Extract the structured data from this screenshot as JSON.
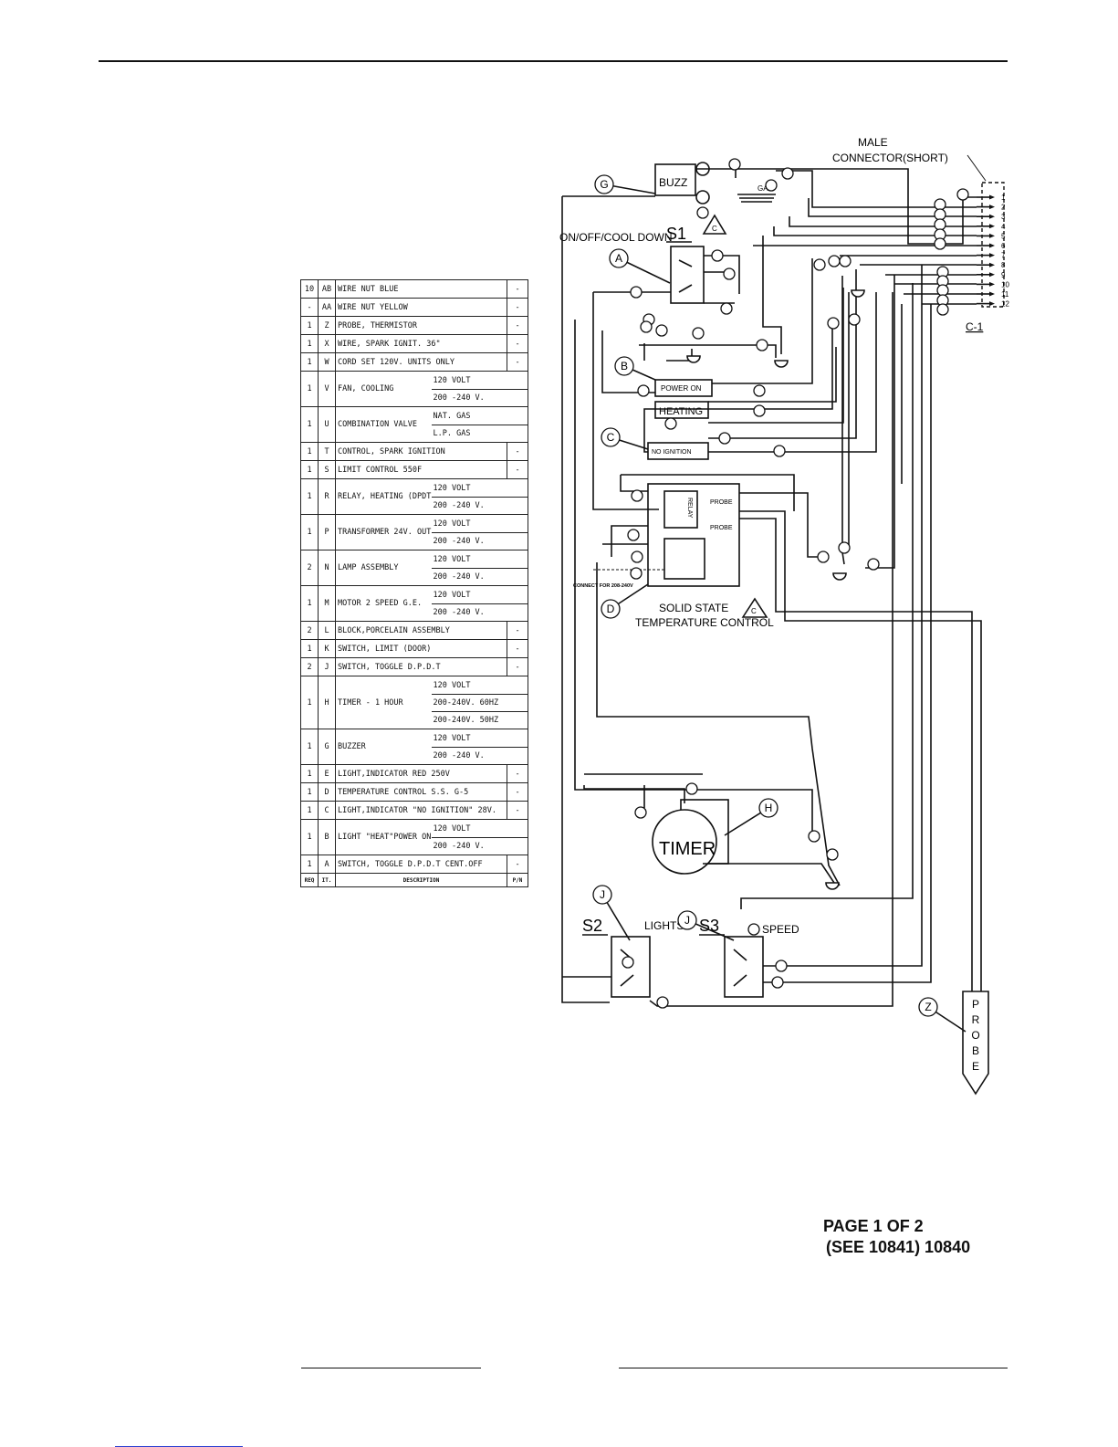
{
  "parts_table": {
    "header": [
      "REQ",
      "IT.",
      "DESCRIPTION",
      "P/N"
    ],
    "rows": [
      {
        "qty": "10",
        "item": "AB",
        "desc": "WIRE NUT BLUE",
        "variants": [],
        "pn": "-"
      },
      {
        "qty": "-",
        "item": "AA",
        "desc": "WIRE NUT YELLOW",
        "variants": [],
        "pn": "-"
      },
      {
        "qty": "1",
        "item": "Z",
        "desc": "PROBE, THERMISTOR",
        "variants": [],
        "pn": "-"
      },
      {
        "qty": "1",
        "item": "X",
        "desc": "WIRE, SPARK IGNIT. 36\"",
        "variants": [],
        "pn": "-"
      },
      {
        "qty": "1",
        "item": "W",
        "desc": "CORD SET 120V. UNITS ONLY",
        "variants": [],
        "pn": "-"
      },
      {
        "qty": "1",
        "item": "V",
        "desc": "FAN, COOLING",
        "variants": [
          "120 VOLT",
          "200 -240 V."
        ],
        "pn": ""
      },
      {
        "qty": "1",
        "item": "U",
        "desc": "COMBINATION VALVE",
        "variants": [
          "NAT. GAS",
          "L.P. GAS"
        ],
        "pn": ""
      },
      {
        "qty": "1",
        "item": "T",
        "desc": "CONTROL, SPARK IGNITION",
        "variants": [],
        "pn": "-"
      },
      {
        "qty": "1",
        "item": "S",
        "desc": "LIMIT CONTROL 550F",
        "variants": [],
        "pn": "-"
      },
      {
        "qty": "1",
        "item": "R",
        "desc": "RELAY, HEATING (DPDT)",
        "variants": [
          "120 VOLT",
          "200 -240 V."
        ],
        "pn": ""
      },
      {
        "qty": "1",
        "item": "P",
        "desc": "TRANSFORMER 24V. OUT",
        "variants": [
          "120 VOLT",
          "200 -240 V."
        ],
        "pn": ""
      },
      {
        "qty": "2",
        "item": "N",
        "desc": "LAMP ASSEMBLY",
        "variants": [
          "120 VOLT",
          "200 -240 V."
        ],
        "pn": ""
      },
      {
        "qty": "1",
        "item": "M",
        "desc": "MOTOR 2 SPEED G.E.",
        "variants": [
          "120 VOLT",
          "200 -240 V."
        ],
        "pn": ""
      },
      {
        "qty": "2",
        "item": "L",
        "desc": "BLOCK,PORCELAIN ASSEMBLY",
        "variants": [],
        "pn": "-"
      },
      {
        "qty": "1",
        "item": "K",
        "desc": "SWITCH, LIMIT (DOOR)",
        "variants": [],
        "pn": "-"
      },
      {
        "qty": "2",
        "item": "J",
        "desc": "SWITCH, TOGGLE D.P.D.T",
        "variants": [],
        "pn": "-"
      },
      {
        "qty": "1",
        "item": "H",
        "desc": "TIMER - 1 HOUR",
        "variants": [
          "120 VOLT",
          "200-240V. 60HZ",
          "200-240V. 50HZ"
        ],
        "pn": ""
      },
      {
        "qty": "1",
        "item": "G",
        "desc": "BUZZER",
        "variants": [
          "120 VOLT",
          "200 -240 V."
        ],
        "pn": ""
      },
      {
        "qty": "1",
        "item": "E",
        "desc": "LIGHT,INDICATOR RED 250V",
        "variants": [],
        "pn": "-"
      },
      {
        "qty": "1",
        "item": "D",
        "desc": "TEMPERATURE CONTROL S.S. G-5",
        "variants": [],
        "pn": "-"
      },
      {
        "qty": "1",
        "item": "C",
        "desc": "LIGHT,INDICATOR \"NO IGNITION\" 28V.",
        "variants": [],
        "pn": "-"
      },
      {
        "qty": "1",
        "item": "B",
        "desc": "LIGHT \"HEAT\"POWER ON\"",
        "variants": [
          "120 VOLT",
          "200 -240 V."
        ],
        "pn": ""
      },
      {
        "qty": "1",
        "item": "A",
        "desc": "SWITCH, TOGGLE D.P.D.T CENT.OFF",
        "variants": [],
        "pn": "-"
      }
    ]
  },
  "schematic": {
    "connector_title_line1": "MALE",
    "connector_title_line2": "CONNECTOR(SHORT)",
    "connector_id": "C-1",
    "connector_pins": [
      "1",
      "2",
      "3",
      "4",
      "5",
      "6",
      "7",
      "8",
      "9",
      "10",
      "11",
      "12"
    ],
    "buzzer_label": "BUZZ",
    "gas_label": "GAS",
    "s1_caption": "ON/OFF/COOL DOWN",
    "s1_name": "S1",
    "indicator_power_on": "POWER ON",
    "indicator_heating": "HEATING",
    "indicator_no_ignition": "NO IGNITION",
    "control_caption_line1": "SOLID STATE",
    "control_caption_line2": "TEMPERATURE CONTROL",
    "control_note": "CONNECT FOR 208-240V",
    "probe_tag": "PROBE",
    "relay_tag": "RELAY",
    "timer_label": "TIMER",
    "s2_name": "S2",
    "s2_caption": "LIGHTS",
    "s3_name": "S3",
    "s3_caption": "SPEED",
    "probe_letters": [
      "P",
      "R",
      "O",
      "B",
      "E"
    ],
    "revision_mark": "C",
    "callouts": [
      "A",
      "B",
      "C",
      "D",
      "G",
      "H",
      "J",
      "J",
      "Z"
    ]
  },
  "footer": {
    "page_line": "PAGE 1 OF 2",
    "ref_line": "(SEE 10841)   10840"
  }
}
